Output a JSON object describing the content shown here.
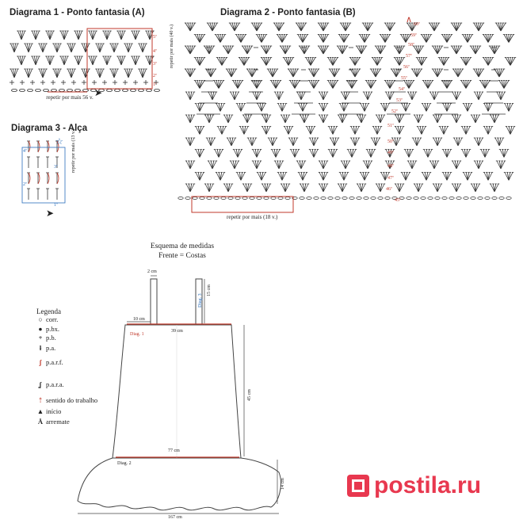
{
  "diagram1": {
    "title": "Diagrama 1 - Ponto fantasia (A)",
    "repeat_side": "repetir por mais (40 v.)",
    "repeat_bottom": "repetir por mais 56 v.",
    "rows": [
      "1ª",
      "2ª",
      "3ª",
      "4ª",
      "5ª"
    ]
  },
  "diagram2": {
    "title": "Diagrama 2 - Ponto fantasia (B)",
    "repeat_bottom": "repetir por mais (18 v.)",
    "rows": [
      "45ª",
      "46ª",
      "47ª",
      "48ª",
      "49ª",
      "50ª",
      "51ª",
      "52ª",
      "53ª",
      "54ª",
      "55ª",
      "56ª",
      "57ª",
      "58ª",
      "59ª",
      "60ª"
    ]
  },
  "diagram3": {
    "title": "Diagrama 3 - Alça",
    "repeat_side": "repetir por mais (13 v.)",
    "rows": [
      "1ª",
      "2ª",
      "3ª",
      "4ª"
    ]
  },
  "schema": {
    "title": "Esquema de medidas",
    "subtitle": "Frente = Costas",
    "m_strap_width": "2 cm",
    "m_strap_height": "15 cm",
    "m_strap_gap": "10 cm",
    "m_top": "39 cm",
    "m_height": "45 cm",
    "m_mid": "77 cm",
    "m_skirt": "14 cm",
    "m_bottom": "167 cm",
    "label_diag1": "Diag. 1",
    "label_diag2": "Diag. 2",
    "label_diag3": "Diag. 3"
  },
  "legend": {
    "title": "Legenda",
    "items": [
      {
        "icon": "chain-icon",
        "label": "corr."
      },
      {
        "icon": "slip-stitch-icon",
        "label": "p.bx."
      },
      {
        "icon": "single-crochet-icon",
        "label": "p.b."
      },
      {
        "icon": "double-crochet-icon",
        "label": "p.a."
      },
      {
        "icon": "front-post-dc-icon",
        "label": "p.a.r.f."
      },
      {
        "icon": "back-post-dc-icon",
        "label": "p.a.r.a."
      },
      {
        "icon": "direction-arrows-icon",
        "label": "sentido do trabalho"
      },
      {
        "icon": "start-arrow-icon",
        "label": "início"
      },
      {
        "icon": "finish-arrow-icon",
        "label": "arremate"
      }
    ]
  },
  "watermark": "postila.ru",
  "colors": {
    "accent": "#c0392b",
    "logo": "#e8384f",
    "stroke": "#333333",
    "blue": "#2a6ebb"
  }
}
